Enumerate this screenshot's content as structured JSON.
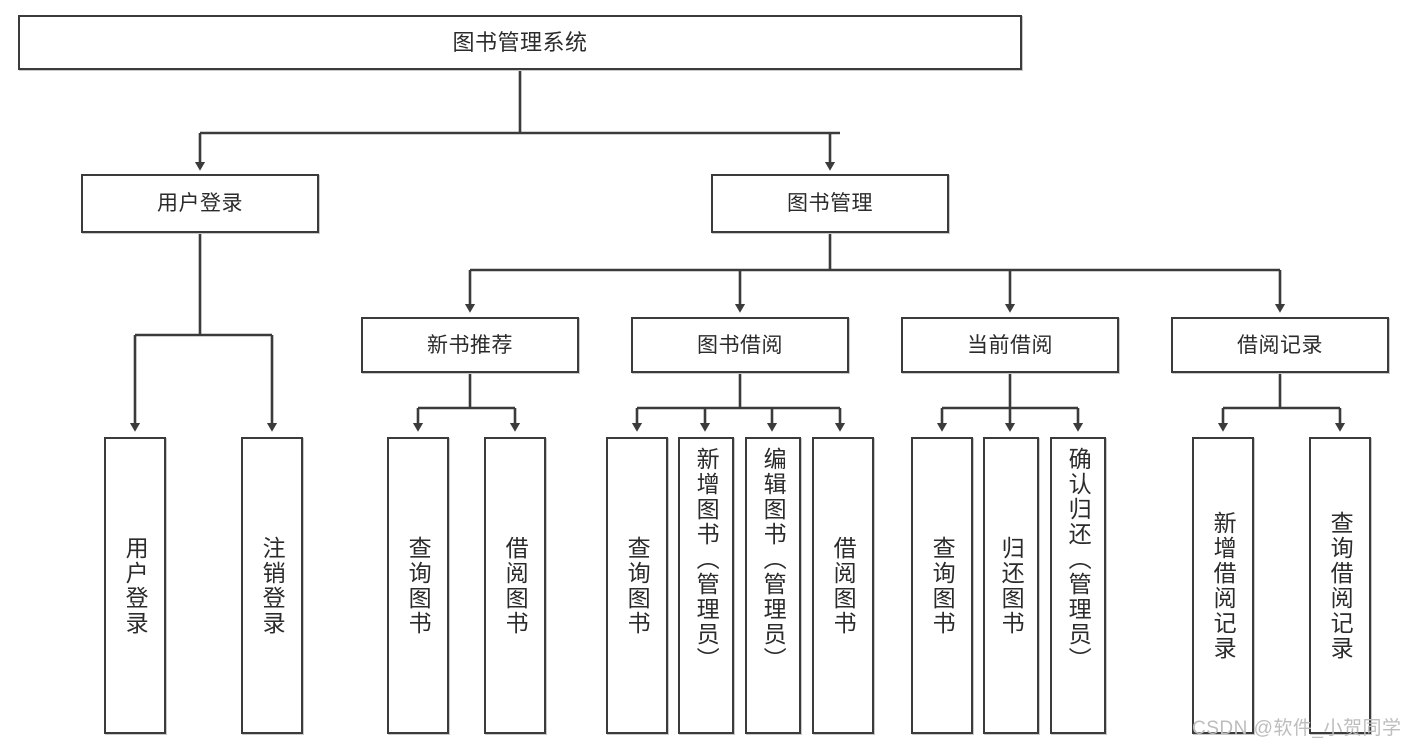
{
  "diagram": {
    "type": "tree-hierarchy-chart",
    "title": "图书管理系统",
    "colors": {
      "background": "#ffffff",
      "box_border": "#3b3b3b",
      "box_fill": "#ffffff",
      "edge": "#3b3b3b",
      "text": "#2b2b2b",
      "watermark": "#bdbdbd"
    },
    "levels": {
      "root": {
        "label": "图书管理系统"
      },
      "level2": [
        {
          "label": "用户登录"
        },
        {
          "label": "图书管理"
        }
      ],
      "level3": [
        {
          "label": "新书推荐"
        },
        {
          "label": "图书借阅"
        },
        {
          "label": "当前借阅"
        },
        {
          "label": "借阅记录"
        }
      ],
      "leaves": [
        {
          "label": "用户登录",
          "parent": "用户登录"
        },
        {
          "label": "注销登录",
          "parent": "用户登录"
        },
        {
          "label": "查询图书",
          "parent": "新书推荐"
        },
        {
          "label": "借阅图书",
          "parent": "新书推荐"
        },
        {
          "label": "查询图书",
          "parent": "图书借阅"
        },
        {
          "label": "新增图书（管理员）",
          "parent": "图书借阅"
        },
        {
          "label": "编辑图书（管理员）",
          "parent": "图书借阅"
        },
        {
          "label": "借阅图书",
          "parent": "图书借阅"
        },
        {
          "label": "查询图书",
          "parent": "当前借阅"
        },
        {
          "label": "归还图书",
          "parent": "当前借阅"
        },
        {
          "label": "确认归还（管理员）",
          "parent": "当前借阅"
        },
        {
          "label": "新增借阅记录",
          "parent": "借阅记录"
        },
        {
          "label": "查询借阅记录",
          "parent": "借阅记录"
        }
      ]
    }
  },
  "watermark": {
    "text": "CSDN @软件_小贺同学"
  }
}
